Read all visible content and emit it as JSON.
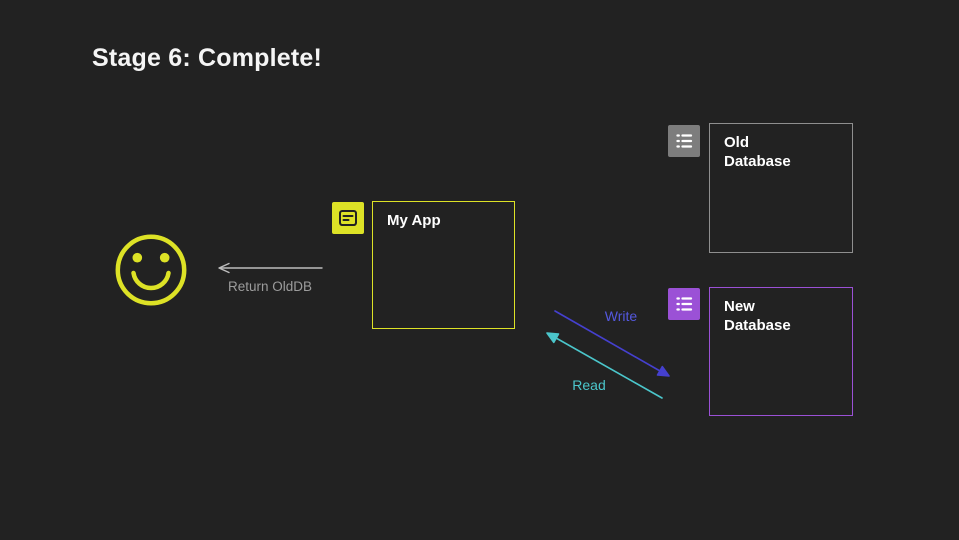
{
  "title": "Stage 6: Complete!",
  "canvas": {
    "background": "#222222"
  },
  "colors": {
    "title": "#f5f5f5",
    "label": "#ffffff",
    "yellow": "#dde226",
    "icon_glyph_dark": "#222222",
    "icon_glyph_light": "#ffffff",
    "gray_icon": "#7d7d7d",
    "gray_border": "#8f8f8f",
    "purple": "#9b51d6",
    "write_line": "#4540cf",
    "write_label": "#5458de",
    "read_line": "#4bc6cb",
    "read_label": "#4bc6cb",
    "return_line": "#bdbdbd",
    "return_label": "#9c9c9c"
  },
  "smiley": {
    "icon": "smiley-face-icon"
  },
  "nodes": {
    "my_app": {
      "label": "My App",
      "icon": "app-window-icon"
    },
    "old_database": {
      "label": "Old\nDatabase",
      "icon": "list-icon"
    },
    "new_database": {
      "label": "New\nDatabase",
      "icon": "list-icon"
    }
  },
  "arrows": {
    "return_olddb": {
      "label": "Return OldDB"
    },
    "write": {
      "label": "Write"
    },
    "read": {
      "label": "Read"
    }
  }
}
